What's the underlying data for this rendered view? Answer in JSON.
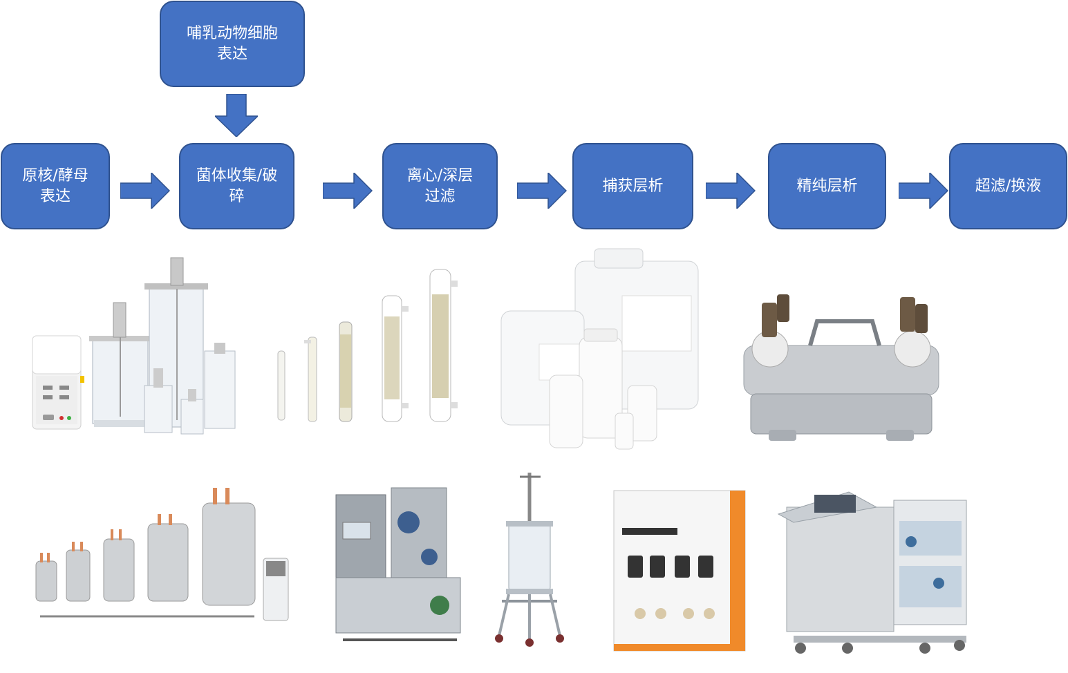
{
  "process": {
    "upstream": "哺乳动物细胞表达",
    "steps": [
      "原核/酵母表达",
      "菌体收集/破碎",
      "离心/深层过滤",
      "捕获层析",
      "精纯层析",
      "超滤/换液"
    ]
  },
  "colors": {
    "box_fill": "#4472C4",
    "box_border": "#2F528F",
    "arrow": "#4472C4",
    "text": "#ffffff"
  },
  "images": [
    {
      "icon": "glass-bioreactor-set-icon"
    },
    {
      "icon": "hollow-fiber-cartridges-icon"
    },
    {
      "icon": "resin-bottles-containers-icon"
    },
    {
      "icon": "tff-cassette-holder-icon"
    },
    {
      "icon": "steel-bioreactor-series-icon"
    },
    {
      "icon": "skid-system-icon"
    },
    {
      "icon": "glass-column-stand-icon"
    },
    {
      "icon": "chromatography-system-icon"
    },
    {
      "icon": "ultrafiltration-machine-icon"
    }
  ]
}
